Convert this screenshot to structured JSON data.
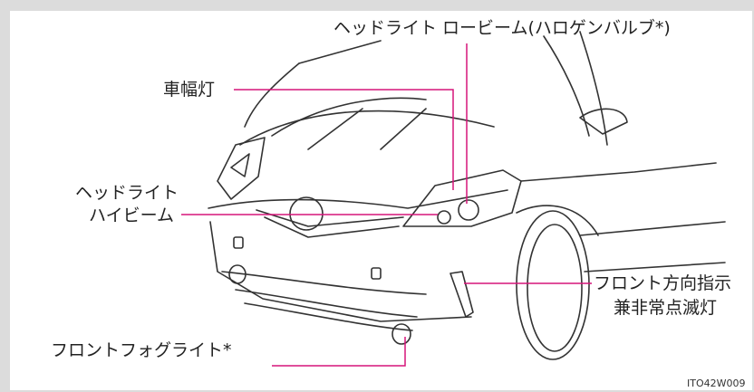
{
  "labels": {
    "headlight_low": "ヘッドライト ロービーム(ハロゲンバルブ*)",
    "parking_light": "車幅灯",
    "headlight_high_1": "ヘッドライト",
    "headlight_high_2": "ハイビーム",
    "turn_signal_1": "フロント方向指示",
    "turn_signal_2": "兼非常点滅灯",
    "fog_light": "フロントフォグライト*"
  },
  "image_code": "ITO42W009",
  "colors": {
    "leader_line": "#d6157a",
    "line_art": "#333333",
    "frame_bg": "#dcdcdc",
    "panel_bg": "#ffffff"
  }
}
